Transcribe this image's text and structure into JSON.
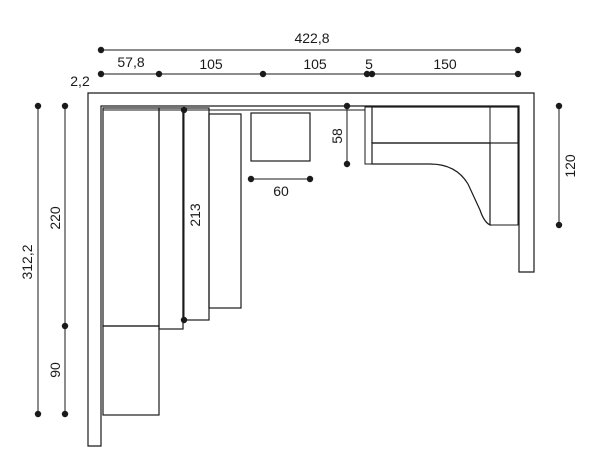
{
  "dimensions": {
    "overall_width": "422,8",
    "segment_1": "57,8",
    "segment_2": "105",
    "segment_3": "105",
    "segment_4": "5",
    "segment_5": "150",
    "wall_thickness": "2,2",
    "overall_height": "312,2",
    "upper_height": "220",
    "lower_height": "90",
    "tall_unit_height": "213",
    "window_sill_depth": "58",
    "window_width": "60",
    "right_return": "120"
  },
  "colors": {
    "line": "#1a1a1a",
    "background": "#ffffff"
  }
}
